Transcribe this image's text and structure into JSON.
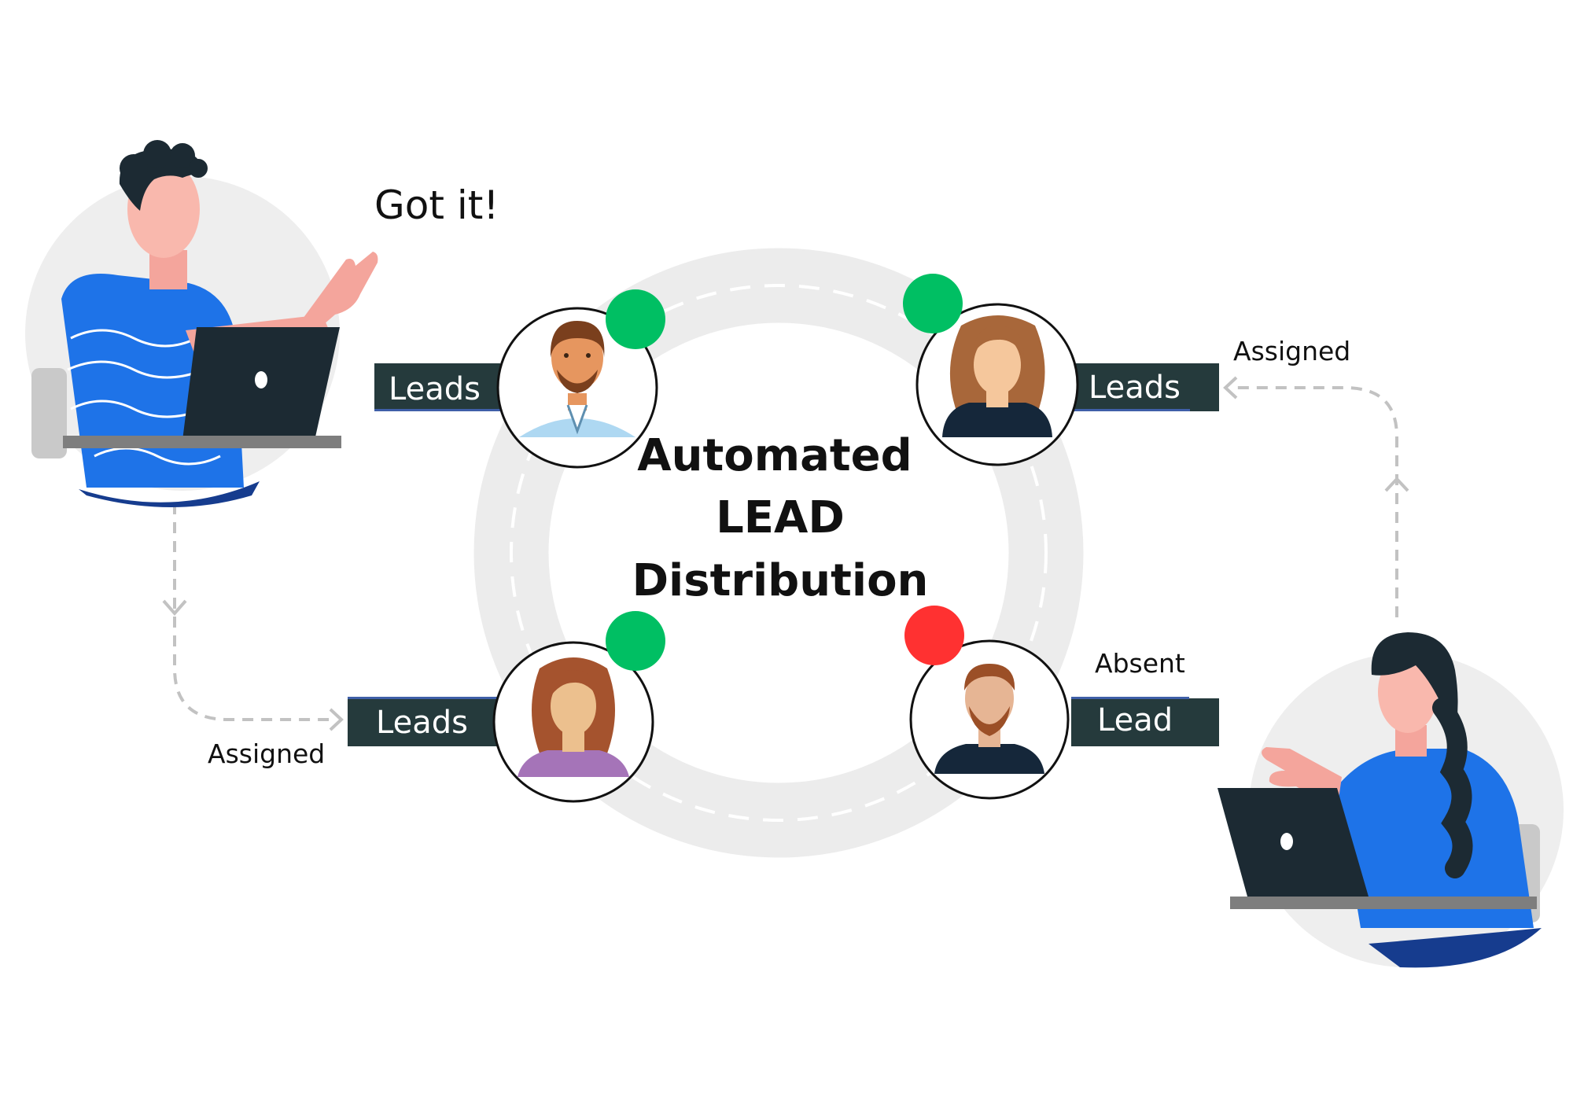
{
  "diagram": {
    "title_lines": [
      "Automated",
      "LEAD",
      "Distribution"
    ],
    "speech": "Got it!",
    "labels": {
      "top_left": "Leads",
      "top_right": "Leads",
      "bottom_left": "Leads",
      "bottom_right": "Lead"
    },
    "notes": {
      "assigned_right": "Assigned",
      "assigned_left": "Assigned",
      "absent": "Absent"
    },
    "status_colors": {
      "available": "#00bf63",
      "absent": "#ff3131"
    },
    "agents": [
      {
        "id": "agent-1",
        "status": "available"
      },
      {
        "id": "agent-2",
        "status": "available"
      },
      {
        "id": "agent-3",
        "status": "available"
      },
      {
        "id": "agent-4",
        "status": "absent"
      }
    ]
  }
}
